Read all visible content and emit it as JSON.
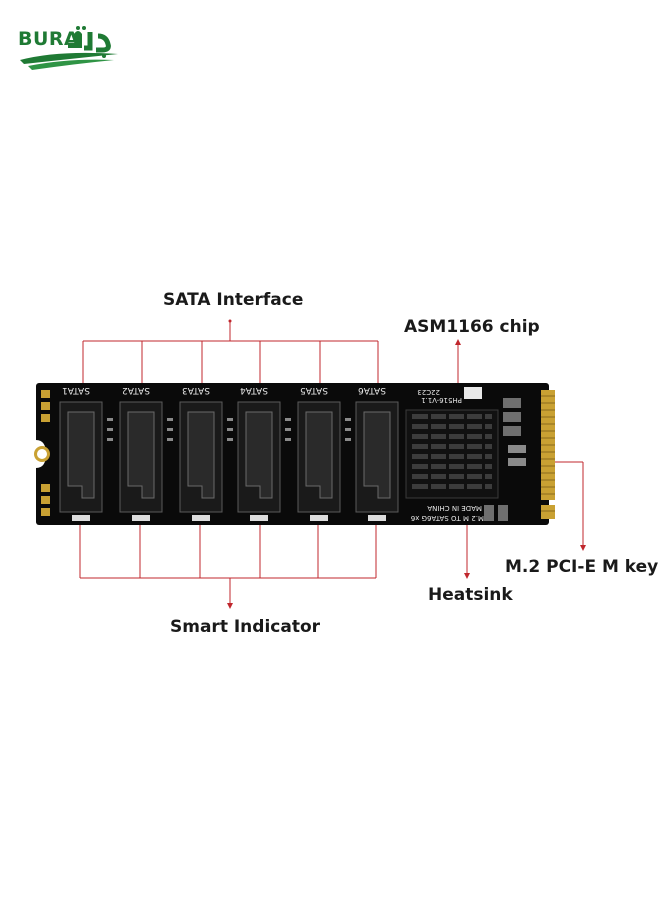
{
  "brand": {
    "latin": "BURA",
    "arabic": "براق",
    "color": "#1f7a34"
  },
  "callouts": {
    "sata_interface": "SATA Interface",
    "asm_chip": "ASM1166 chip",
    "m2_key": "M.2 PCI-E M key",
    "heatsink": "Heatsink",
    "smart_indicator": "Smart Indicator"
  },
  "board": {
    "port_labels": [
      "SATA1",
      "SATA2",
      "SATA3",
      "SATA4",
      "SATA5",
      "SATA6"
    ],
    "silkscreen": [
      "PH516-V1.1",
      "22C23",
      "MADE IN CHINA",
      "M.2 M TO SATA6G x6"
    ],
    "colors": {
      "pcb": "#0a0a0a",
      "gold": "#c9a133",
      "leader": "#c0272d"
    }
  }
}
